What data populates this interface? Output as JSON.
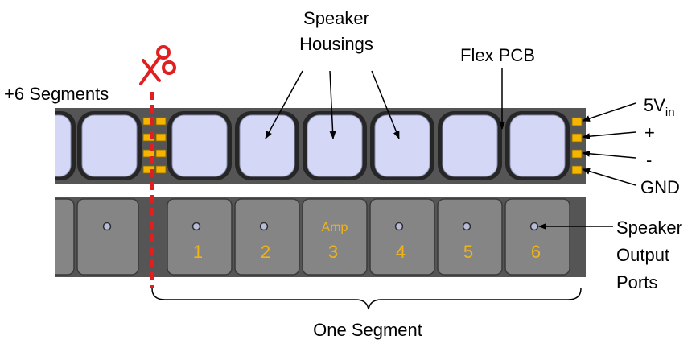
{
  "title_labels": {
    "speaker_housings_line1": "Speaker",
    "speaker_housings_line2": "Housings",
    "flex_pcb": "Flex PCB",
    "plus_six_segments": "+6 Segments",
    "one_segment": "One Segment"
  },
  "pins": {
    "vin_main": "5V",
    "vin_sub": "in",
    "plus": "+",
    "minus": "-",
    "gnd": "GND"
  },
  "output_ports": {
    "line1": "Speaker",
    "line2": "Output",
    "line3": "Ports"
  },
  "bottom_strip": {
    "amp_label": "Amp",
    "numbers": [
      "1",
      "2",
      "3",
      "4",
      "5",
      "6"
    ]
  },
  "icons": [
    "scissors-icon"
  ],
  "colors": {
    "pcb": "#555555",
    "housing_fill": "#d4d8f6",
    "pad": "#f5b400",
    "cut_line": "#e02020",
    "number": "#f0b418"
  }
}
